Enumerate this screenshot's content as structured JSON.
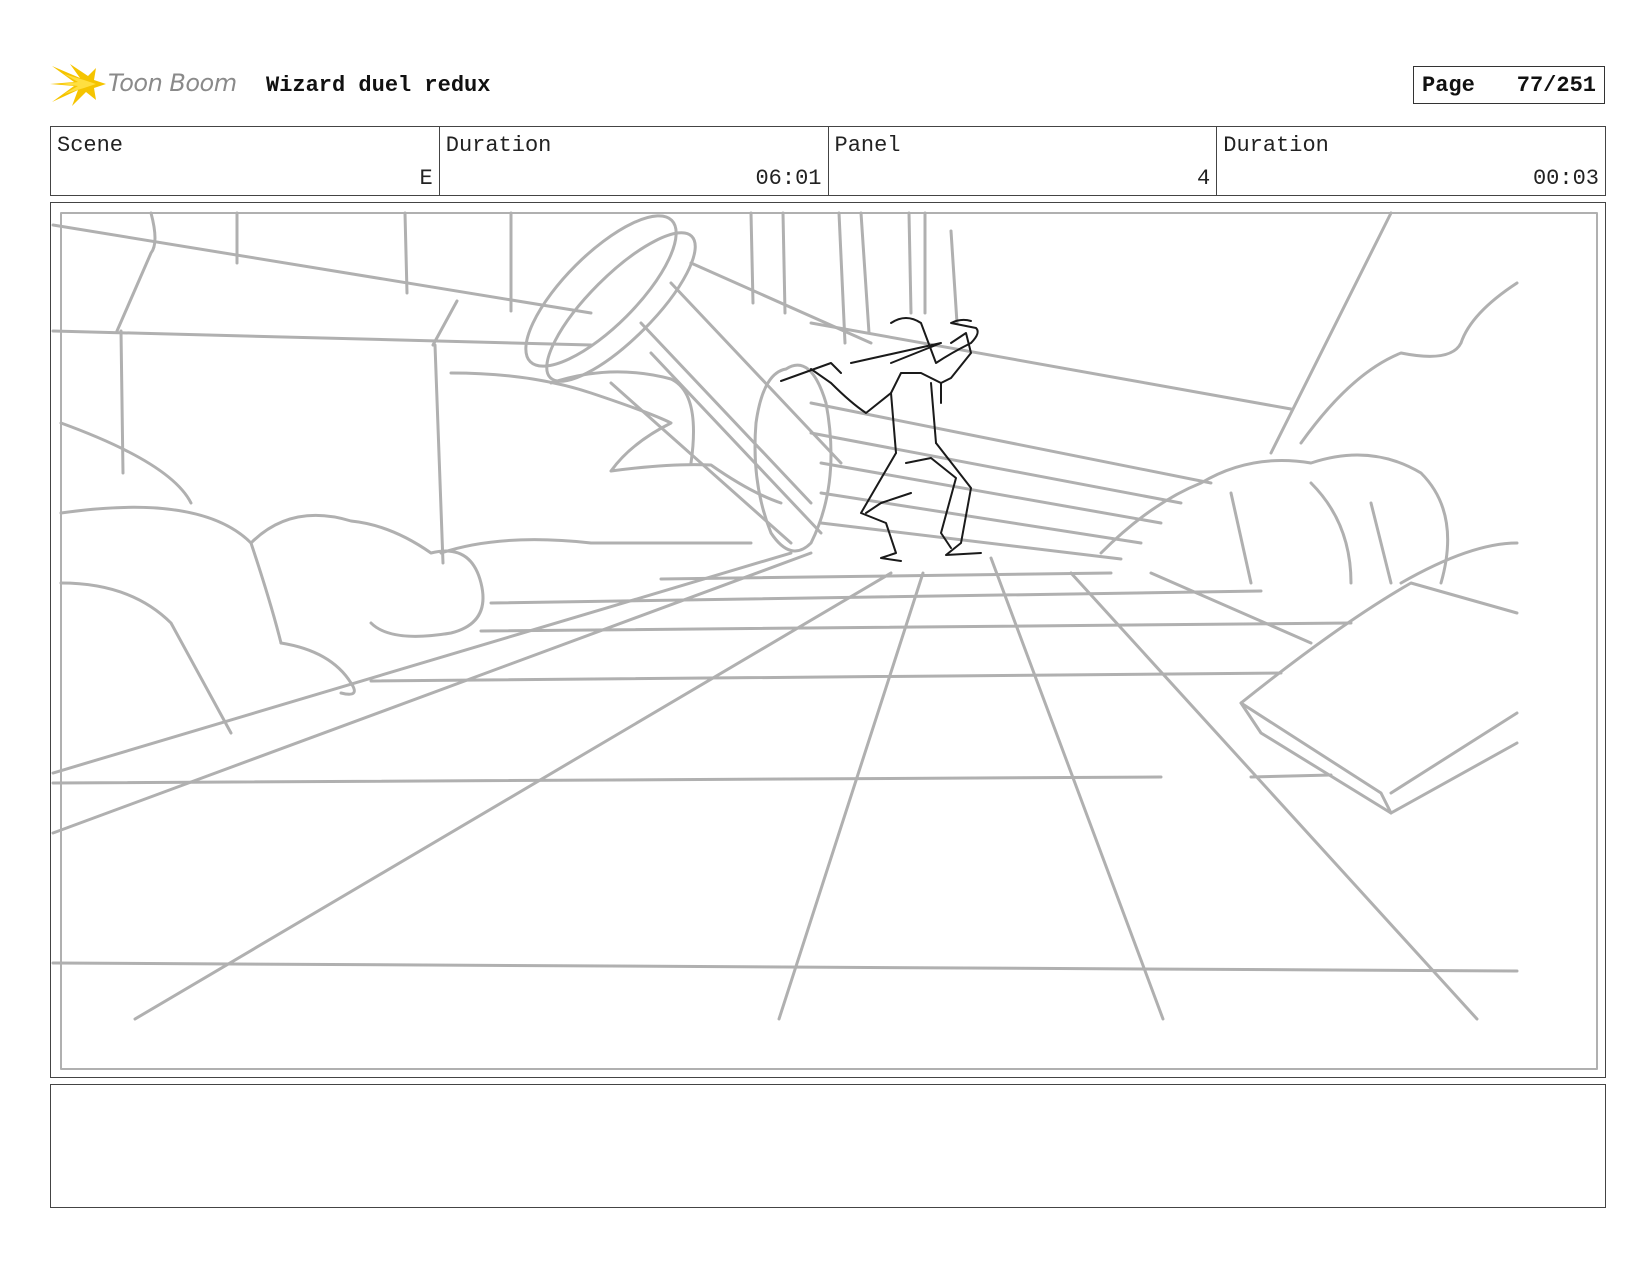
{
  "header": {
    "logo_text": "Toon Boom",
    "project_title": "Wizard duel redux",
    "page_label": "Page",
    "page_number": "77/251"
  },
  "info": {
    "scene_label": "Scene",
    "scene_value": "E",
    "scene_duration_label": "Duration",
    "scene_duration_value": "06:01",
    "panel_label": "Panel",
    "panel_value": "4",
    "panel_duration_label": "Duration",
    "panel_duration_value": "00:03"
  },
  "notes": {
    "text": ""
  },
  "colors": {
    "sketch_gray": "#b0b0b0",
    "character_ink": "#1a1a1a",
    "logo_yellow": "#f5c400"
  }
}
